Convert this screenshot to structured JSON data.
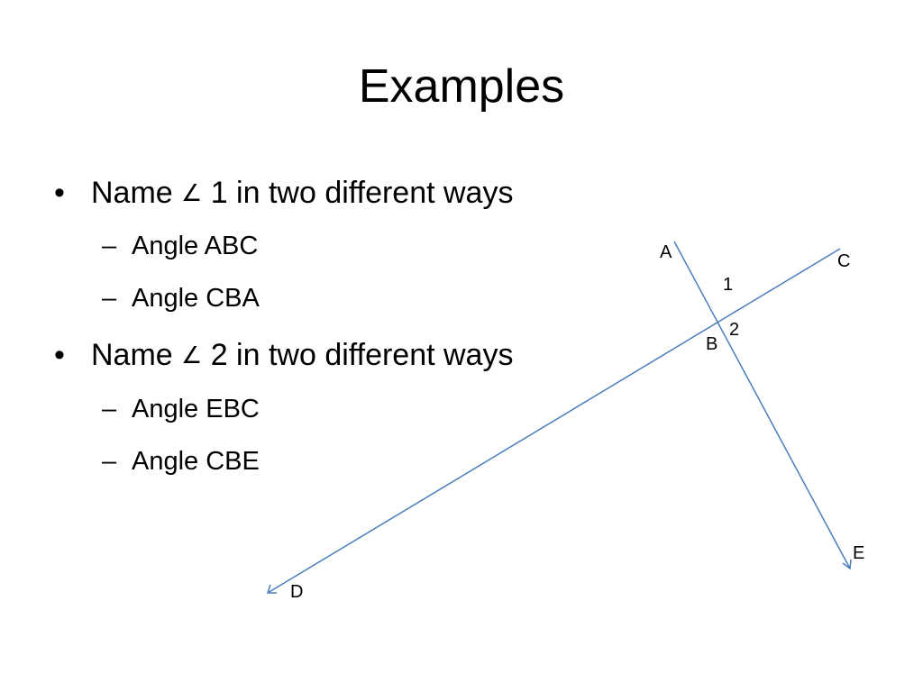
{
  "slide": {
    "title": "Examples"
  },
  "bullets": [
    {
      "prefix": "Name",
      "angle_symbol": "∠",
      "suffix": "1 in two different ways",
      "answers": [
        "Angle ABC",
        "Angle CBA"
      ]
    },
    {
      "prefix": "Name",
      "angle_symbol": "∠",
      "suffix": "2 in two different ways",
      "answers": [
        "Angle EBC",
        "Angle CBE"
      ]
    }
  ],
  "diagram": {
    "line_color": "#4a7ebb",
    "point_labels": {
      "A": "A",
      "B": "B",
      "C": "C",
      "D": "D",
      "E": "E"
    },
    "angle_labels": {
      "angle1": "1",
      "angle2": "2"
    }
  }
}
